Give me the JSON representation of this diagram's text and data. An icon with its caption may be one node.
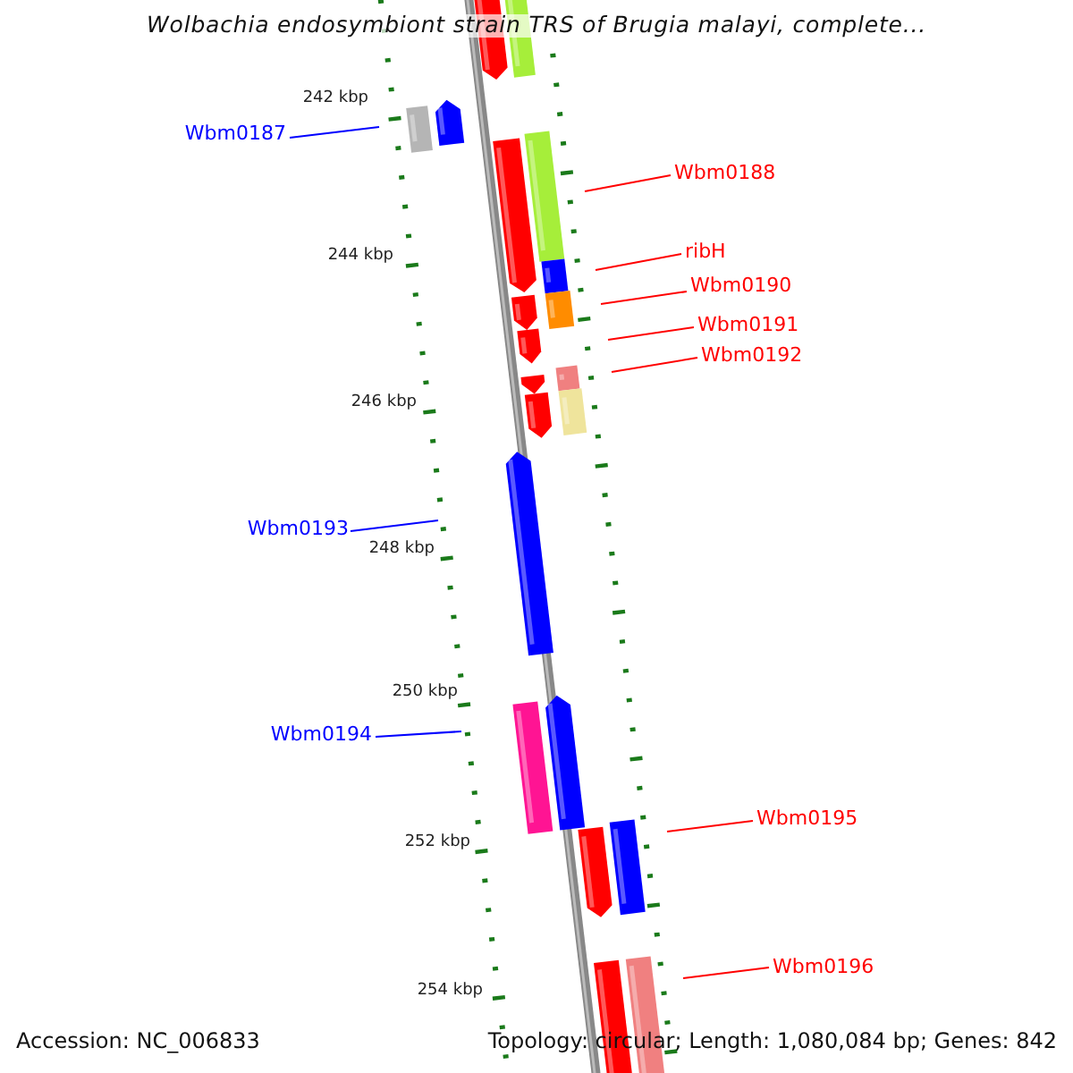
{
  "diagram": {
    "title": "Wolbachia endosymbiont strain TRS of Brugia malayi, complete...",
    "nodes": [
      {
        "text": [
          "Wbm0187"
        ]
      },
      {
        "text": [
          "Wbm0188"
        ]
      },
      {
        "text": [
          "ribH"
        ]
      },
      {
        "text": [
          "Wbm0190"
        ]
      },
      {
        "text": [
          "Wbm0191"
        ]
      },
      {
        "text": [
          "Wbm0192"
        ]
      },
      {
        "text": [
          "Wbm0193"
        ]
      },
      {
        "text": [
          "Wbm0194"
        ]
      },
      {
        "text": [
          "Wbm0195"
        ]
      },
      {
        "text": [
          "Wbm0196"
        ]
      }
    ],
    "edges": [
      {
        "from": 0,
        "to": null,
        "arrow": "none",
        "color": "#0000ff"
      },
      {
        "from": 1,
        "to": null,
        "arrow": "none"
      },
      {
        "from": 2,
        "to": null,
        "arrow": "none"
      },
      {
        "from": 3,
        "to": null,
        "arrow": "none"
      },
      {
        "from": 4,
        "to": null,
        "arrow": "none"
      },
      {
        "from": 5,
        "to": null,
        "arrow": "none"
      },
      {
        "from": 6,
        "to": null,
        "arrow": "none",
        "color": "#0000ff"
      },
      {
        "from": 7,
        "to": null,
        "arrow": "none",
        "color": "#0000ff"
      },
      {
        "from": 8,
        "to": null,
        "arrow": "none"
      },
      {
        "from": 9,
        "to": null,
        "arrow": "none"
      }
    ],
    "labels": [
      "242 kbp",
      "244 kbp",
      "246 kbp",
      "248 kbp",
      "250 kbp",
      "252 kbp",
      "254 kbp",
      "Accession: NC_006833",
      "Topology: circular; Length: 1,080,084 bp; Genes: 842"
    ]
  }
}
